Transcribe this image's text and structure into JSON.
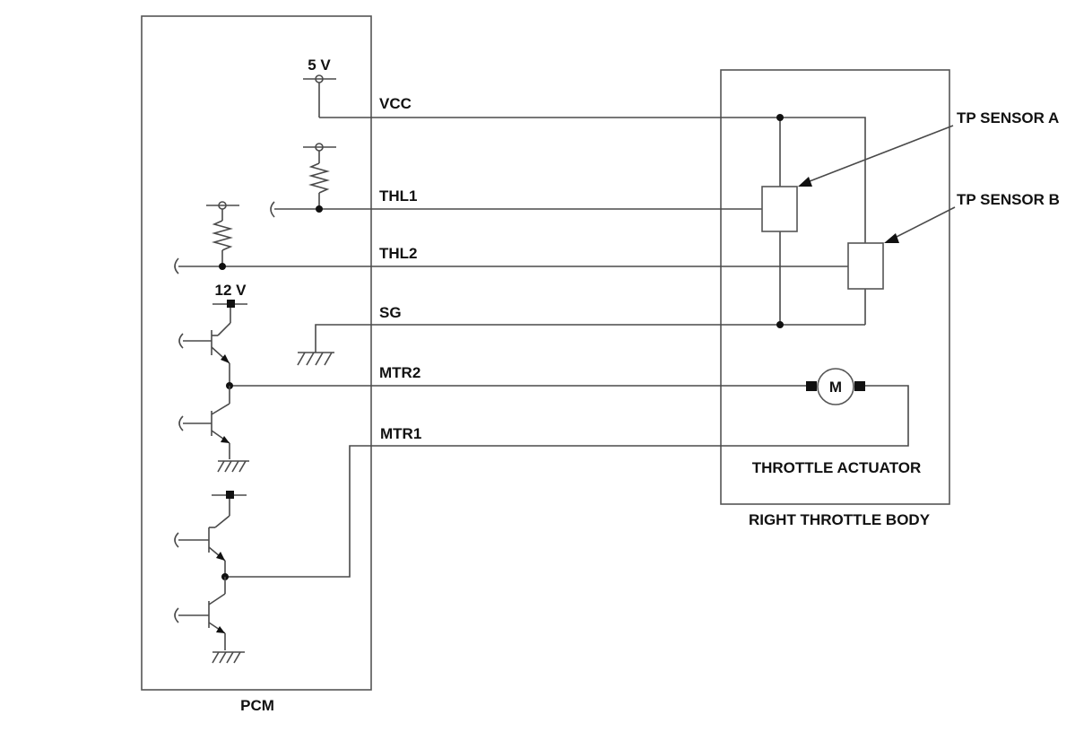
{
  "modules": {
    "pcm": "PCM",
    "throttle_body": "RIGHT THROTTLE BODY",
    "throttle_actuator": "THROTTLE ACTUATOR"
  },
  "supplies": {
    "v5": "5 V",
    "v12": "12 V"
  },
  "signals": {
    "vcc": "VCC",
    "thl1": "THL1",
    "thl2": "THL2",
    "sg": "SG",
    "mtr2": "MTR2",
    "mtr1": "MTR1"
  },
  "sensors": {
    "tp_a": "TP SENSOR A",
    "tp_b": "TP SENSOR B"
  },
  "motor": {
    "symbol": "M"
  }
}
